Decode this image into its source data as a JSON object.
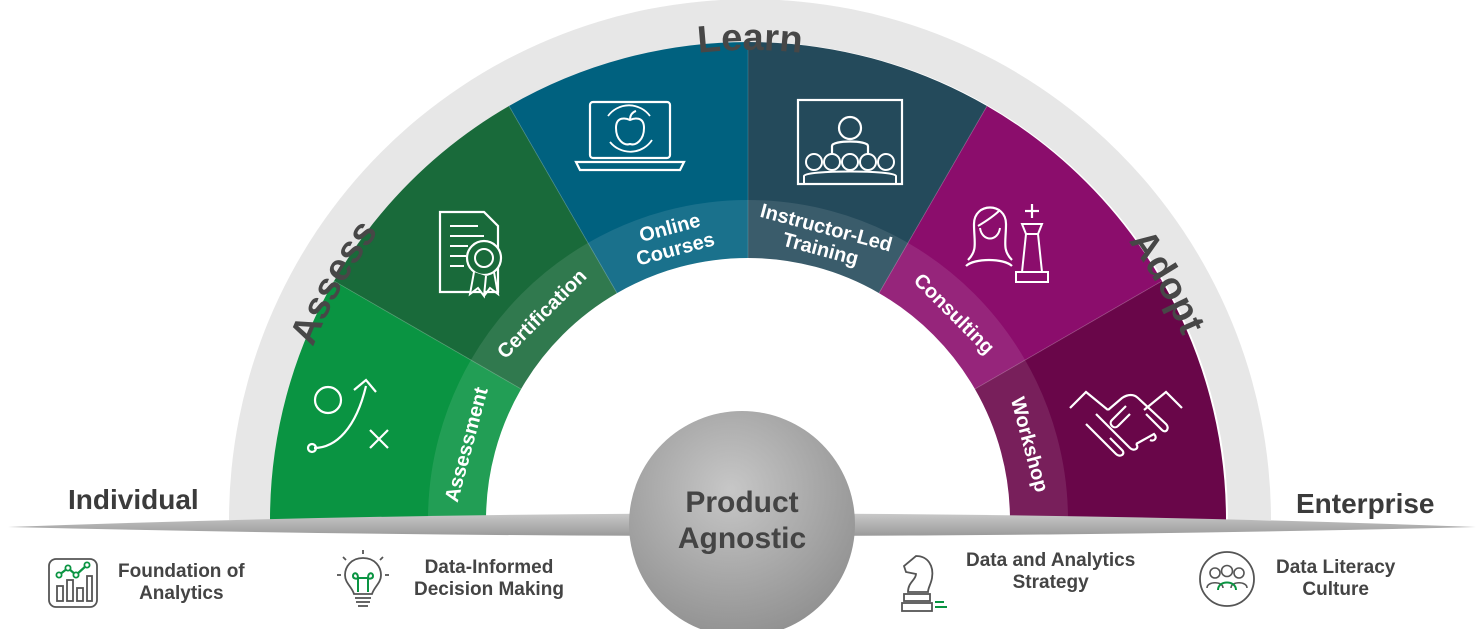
{
  "arc_labels": {
    "left": "Assess",
    "top": "Learn",
    "right": "Adopt"
  },
  "segments": [
    {
      "label": [
        "Assessment"
      ],
      "color": "#0a9442",
      "icon": "strategy-play-icon"
    },
    {
      "label": [
        "Certification"
      ],
      "color": "#196a3a",
      "icon": "certificate-icon"
    },
    {
      "label": [
        "Online",
        "Courses"
      ],
      "color": "#00617f",
      "icon": "laptop-apple-icon"
    },
    {
      "label": [
        "Instructor-Led",
        "Training"
      ],
      "color": "#244a5b",
      "icon": "classroom-presenter-icon"
    },
    {
      "label": [
        "Consulting"
      ],
      "color": "#8b0d6c",
      "icon": "consultant-chess-icon"
    },
    {
      "label": [
        "Workshop"
      ],
      "color": "#690649",
      "icon": "handshake-icon"
    }
  ],
  "ends": {
    "left": "Individual",
    "right": "Enterprise"
  },
  "hub": {
    "line1": "Product",
    "line2": "Agnostic"
  },
  "pillars": [
    {
      "icon": "bar-chart-icon",
      "line1": "Foundation of",
      "line2": "Analytics",
      "color": "#0a9442"
    },
    {
      "icon": "lightbulb-icon",
      "line1": "Data-Informed",
      "line2": "Decision Making",
      "color": "#0a9442"
    },
    {
      "icon": "chess-knight-icon",
      "line1": "Data and Analytics",
      "line2": "Strategy",
      "color": "#0a9442"
    },
    {
      "icon": "people-group-icon",
      "line1": "Data Literacy",
      "line2": "Culture",
      "color": "#0a9442"
    }
  ]
}
